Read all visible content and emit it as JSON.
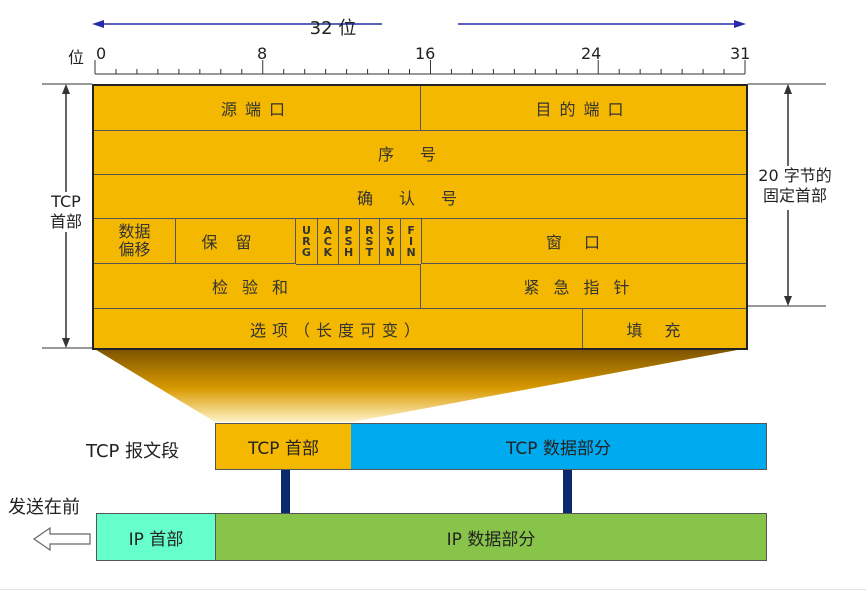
{
  "width_label": "32 位",
  "bit_label": "位",
  "bit_ticks": [
    "0",
    "8",
    "16",
    "24",
    "31"
  ],
  "left_label": [
    "TCP",
    "首部"
  ],
  "right_label": [
    "20 字节的",
    "固定首部"
  ],
  "fields": {
    "src_port": "源端口",
    "dst_port": "目的端口",
    "seq": "序号",
    "ack": "确认号",
    "offset": [
      "数据",
      "偏移"
    ],
    "reserved": "保留",
    "flags": [
      "URG",
      "ACK",
      "PSH",
      "RST",
      "SYN",
      "FIN"
    ],
    "window": "窗口",
    "checksum": "检验和",
    "urgent": "紧急指针",
    "options": "选项（长度可变）",
    "padding": "填充"
  },
  "segment": {
    "label": "TCP 报文段",
    "header": "TCP 首部",
    "data": "TCP 数据部分"
  },
  "packet": {
    "send_first": "发送在前",
    "header": "IP 首部",
    "data": "IP 数据部分"
  },
  "colors": {
    "header_fill": "#f5b800",
    "tcp_data": "#00aaee",
    "ip_header": "#66ffcc",
    "ip_data": "#88c44a",
    "arrow": "#0a2a6e",
    "width_arrow": "#2a2aa8"
  }
}
